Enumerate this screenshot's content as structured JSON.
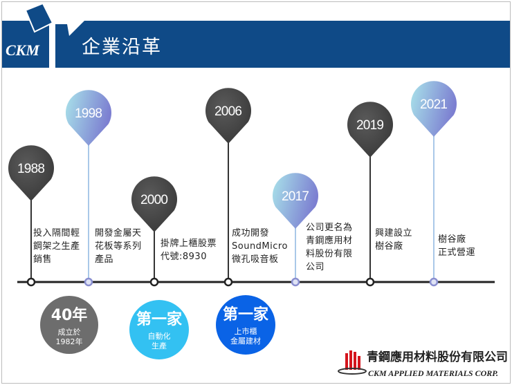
{
  "header": {
    "logo": "CKM",
    "title": "企業沿革",
    "color": "#0f4a87"
  },
  "milestones": [
    {
      "year": "1988",
      "text": "投入隔間輕\n鋼架之生產\n銷售",
      "style": "dark"
    },
    {
      "year": "1998",
      "text": "開發金屬天\n花板等系列\n產品",
      "style": "light"
    },
    {
      "year": "2000",
      "text": "掛牌上櫃股票\n代號:8930",
      "style": "dark"
    },
    {
      "year": "2006",
      "text": "成功開發\nSoundMicro\n微孔吸音板",
      "style": "dark"
    },
    {
      "year": "2017",
      "text": "公司更名為\n青鋼應用材\n料股份有限\n公司",
      "style": "light"
    },
    {
      "year": "2019",
      "text": "興建設立\n樹谷廠",
      "style": "dark"
    },
    {
      "year": "2021",
      "text": "樹谷廠\n正式營運",
      "style": "light"
    }
  ],
  "badges": [
    {
      "title": "40年",
      "sub": "成立於\n1982年",
      "color": "#6d6d6d"
    },
    {
      "title": "第一家",
      "sub": "自動化\n生產",
      "color": "#33c1f2"
    },
    {
      "title": "第一家",
      "sub": "上市櫃\n金屬建材",
      "color": "#0a63e6"
    }
  ],
  "footer": {
    "company_zh": "青鋼應用材料股份有限公司",
    "company_en": "CKM APPLIED MATERIALS CORP.",
    "logo_color": "#d4141c"
  }
}
